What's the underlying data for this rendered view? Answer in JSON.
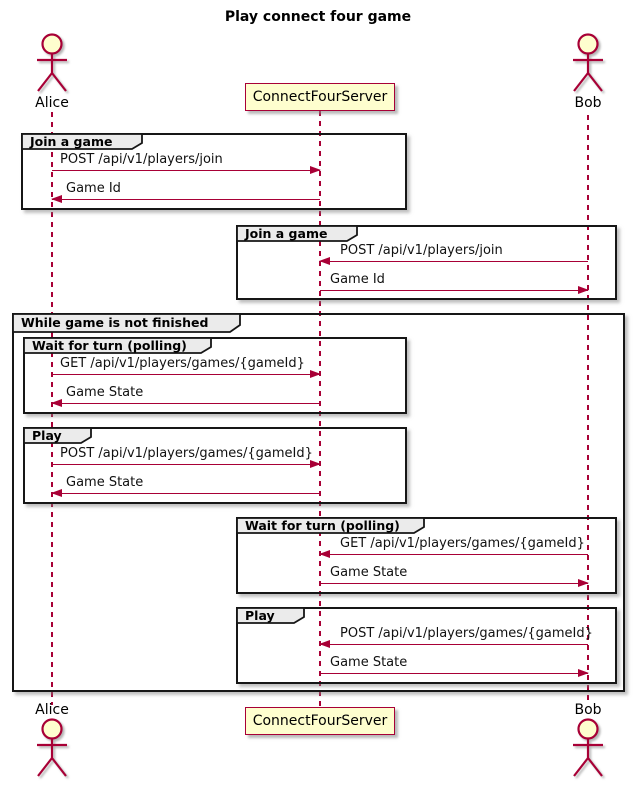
{
  "title": "Play connect four game",
  "participants": {
    "alice": "Alice",
    "server": "ConnectFourServer",
    "bob": "Bob"
  },
  "frames": {
    "join_alice": {
      "label": "Join a game",
      "request": "POST /api/v1/players/join",
      "response": "Game Id"
    },
    "join_bob": {
      "label": "Join a game",
      "request": "POST /api/v1/players/join",
      "response": "Game Id"
    },
    "game_loop": {
      "label": "While game is not finished"
    },
    "wait_alice": {
      "label": "Wait for turn (polling)",
      "request": "GET /api/v1/players/games/{gameId}",
      "response": "Game State"
    },
    "play_alice": {
      "label": "Play",
      "request": "POST /api/v1/players/games/{gameId}",
      "response": "Game State"
    },
    "wait_bob": {
      "label": "Wait for turn (polling)",
      "request": "GET /api/v1/players/games/{gameId}",
      "response": "Game State"
    },
    "play_bob": {
      "label": "Play",
      "request": "POST /api/v1/players/games/{gameId}",
      "response": "Game State"
    }
  },
  "colors": {
    "accent": "#A80036",
    "participant_fill": "#FEFECE",
    "actor_head_fill": "#FEFECE",
    "frame_header_fill": "#EBEBEB",
    "frame_border": "#161616",
    "text": "#000000",
    "background": "#FFFFFF"
  }
}
